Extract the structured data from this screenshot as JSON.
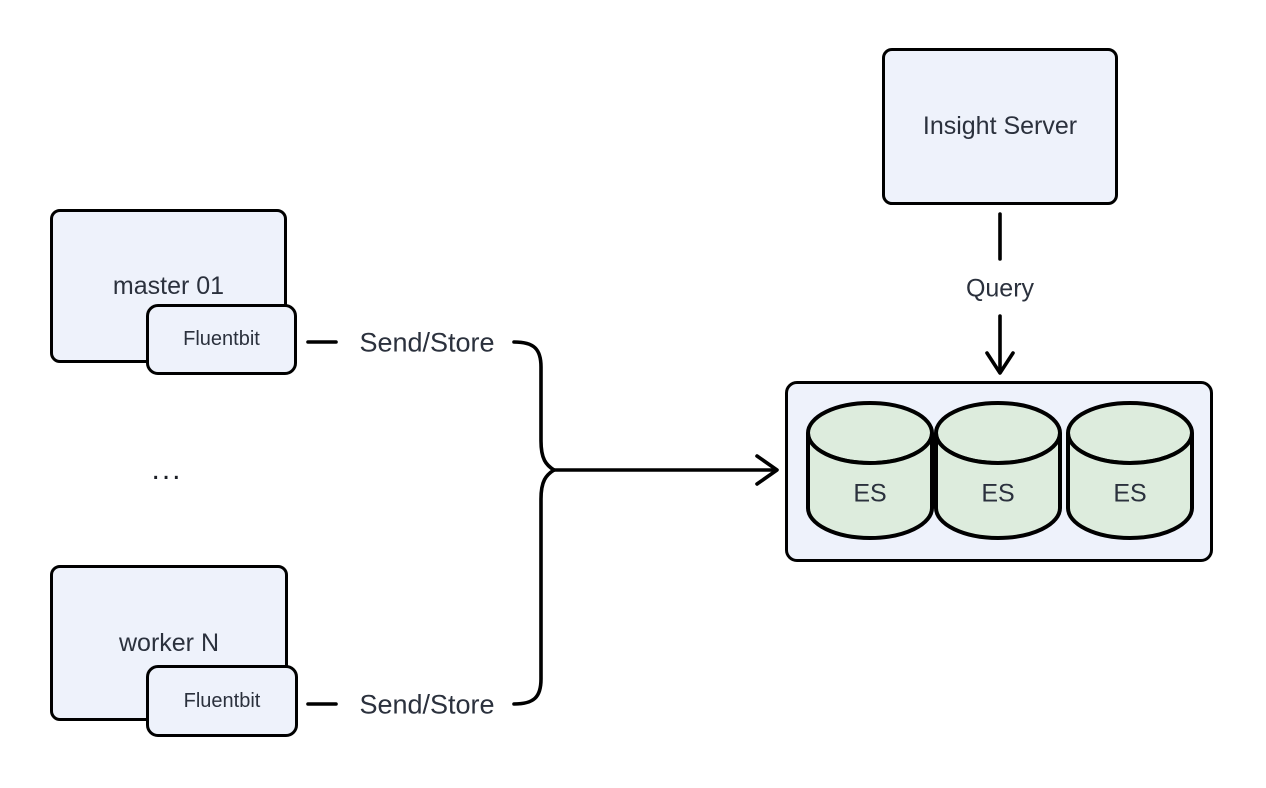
{
  "diagram_title": "fluentbit-elasticsearch-logging-architecture",
  "colors": {
    "background": "#ffffff",
    "node_fill": "#eef2fb",
    "database_fill": "#ddecdd",
    "stroke": "#000000",
    "text": "#2b313d"
  },
  "nodes": {
    "master": {
      "label": "master 01"
    },
    "master_fluentbit": {
      "label": "Fluentbit"
    },
    "ellipsis": {
      "label": "..."
    },
    "worker": {
      "label": "worker N"
    },
    "worker_fluentbit": {
      "label": "Fluentbit"
    },
    "insight_server": {
      "label": "Insight Server"
    },
    "es_cluster": {
      "nodes": [
        {
          "label": "ES"
        },
        {
          "label": "ES"
        },
        {
          "label": "ES"
        }
      ]
    }
  },
  "edges": {
    "master_send_store": {
      "label": "Send/Store"
    },
    "worker_send_store": {
      "label": "Send/Store"
    },
    "query": {
      "label": "Query"
    }
  }
}
